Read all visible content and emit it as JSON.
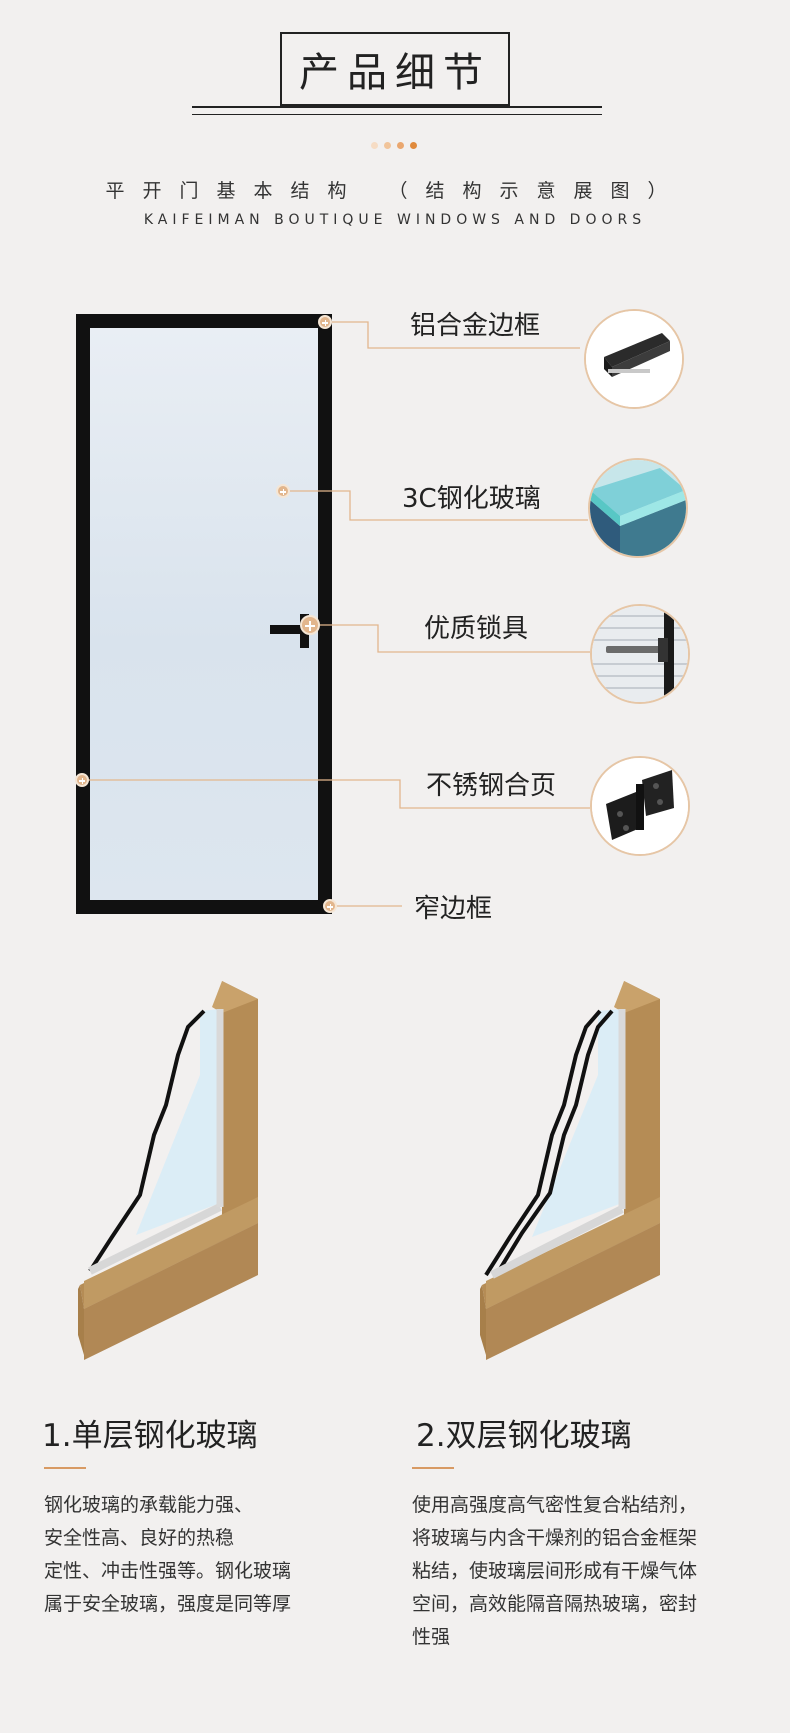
{
  "header": {
    "title": "产品细节",
    "subtitle_cn": "平开门基本结构 （结构示意展图）",
    "subtitle_en": "KAIFEIMAN BOUTIQUE WINDOWS AND DOORS",
    "dot_colors": [
      "#f6dcc4",
      "#f1c49a",
      "#eaa76f",
      "#e08a3c"
    ]
  },
  "door": {
    "frame_color": "#111111",
    "glass_color": "#dfe7ef",
    "labels": [
      {
        "text": "铝合金边框",
        "icon": "aluminum-profile-icon"
      },
      {
        "text": "3C钢化玻璃",
        "icon": "tempered-glass-icon"
      },
      {
        "text": "优质锁具",
        "icon": "lock-handle-icon"
      },
      {
        "text": "不锈钢合页",
        "icon": "hinge-icon"
      },
      {
        "text": "窄边框",
        "icon": ""
      }
    ],
    "accent_color": "#e2b68d"
  },
  "profiles": {
    "wood_color": "#b58c55",
    "items": [
      {
        "title": "1.单层钢化玻璃",
        "body": [
          "钢化玻璃的承载能力强、",
          "安全性高、良好的热稳",
          "定性、冲击性强等。钢化玻璃",
          "属于安全玻璃，强度是同等厚"
        ]
      },
      {
        "title": "2.双层钢化玻璃",
        "body": [
          "使用高强度高气密性复合粘结剂，",
          "将玻璃与内含干燥剂的铝合金框架",
          "粘结，使玻璃层间形成有干燥气体",
          "空间，高效能隔音隔热玻璃，密封",
          "性强"
        ]
      }
    ],
    "rule_color": "#d89a63"
  }
}
